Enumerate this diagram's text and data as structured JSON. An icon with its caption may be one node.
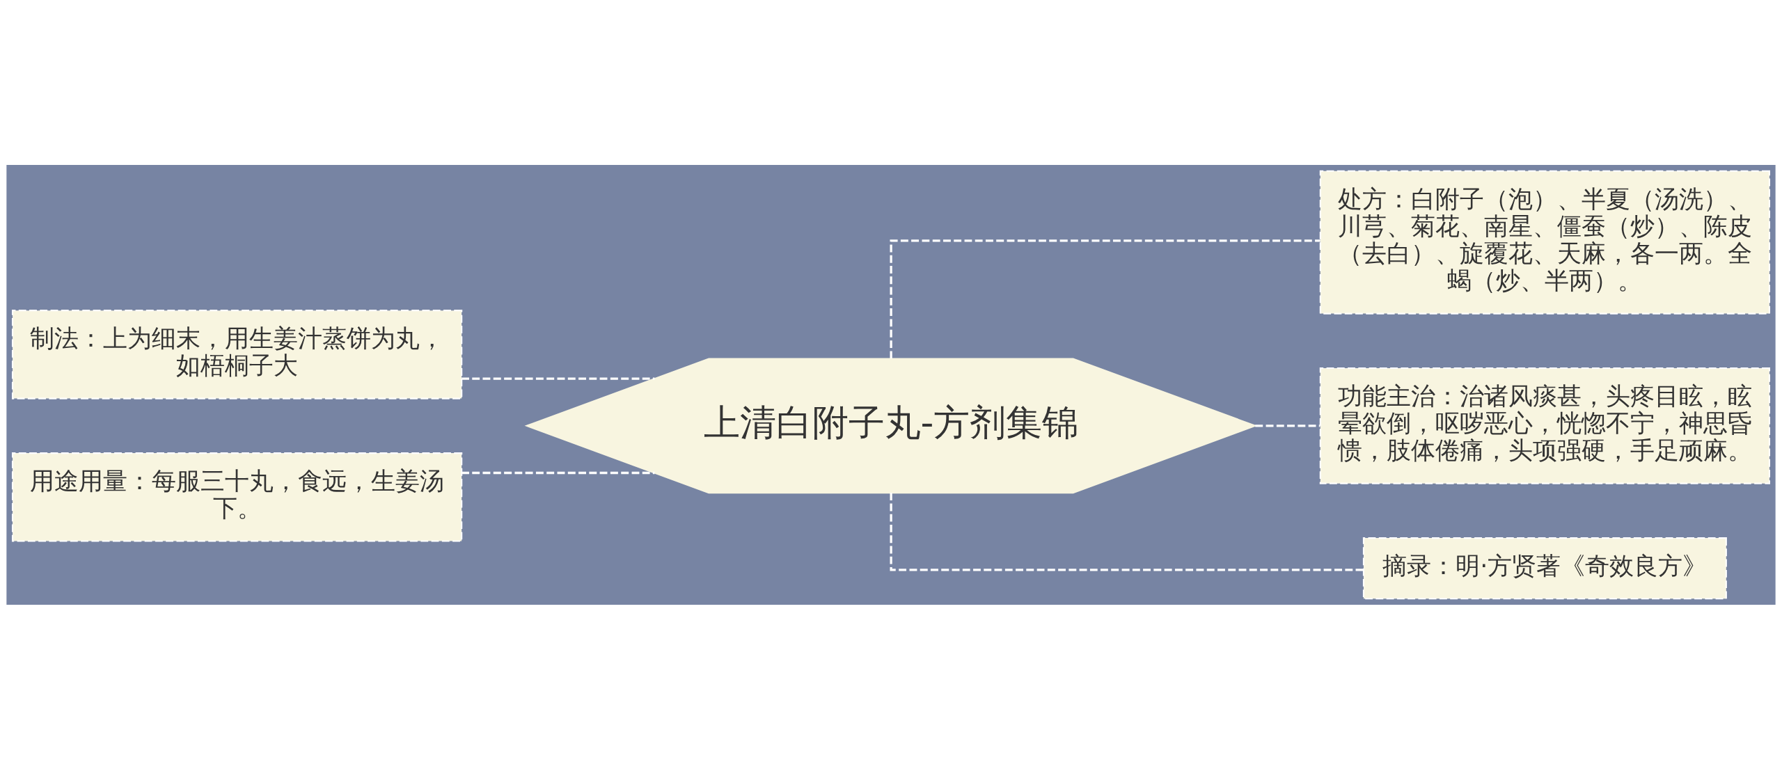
{
  "diagram": {
    "nodes": [
      {
        "text": [
          "制法：上为细末，用生姜汁蒸饼为丸，如梧桐子大"
        ]
      },
      {
        "text": [
          "用途用量：每服三十丸，食远，生姜汤下。"
        ]
      },
      {
        "text": [
          "上清白附子丸-方剂集锦"
        ]
      },
      {
        "text": [
          "处方：白附子（泡）、半夏（汤洗）、川芎、菊花、南星、僵蚕（炒）、陈皮（去白）、旋覆花、天麻，各一两。全蝎（炒、半两）。"
        ]
      },
      {
        "text": [
          "功能主治：治诸风痰甚，头疼目眩，眩晕欲倒，呕哕恶心，恍惚不宁，神思昏愦，肢体倦痛，头项强硬，手足顽麻。"
        ]
      },
      {
        "text": [
          "摘录：明·方贤著《奇效良方》"
        ]
      }
    ],
    "edges": [
      {
        "from": 0,
        "to": 2,
        "arrow": "none",
        "style": "dashed"
      },
      {
        "from": 1,
        "to": 2,
        "arrow": "none",
        "style": "dashed"
      },
      {
        "from": 2,
        "to": 3,
        "arrow": "none",
        "style": "dashed"
      },
      {
        "from": 2,
        "to": 4,
        "arrow": "none",
        "style": "dashed"
      },
      {
        "from": 2,
        "to": 5,
        "arrow": "none",
        "style": "dashed"
      }
    ]
  }
}
